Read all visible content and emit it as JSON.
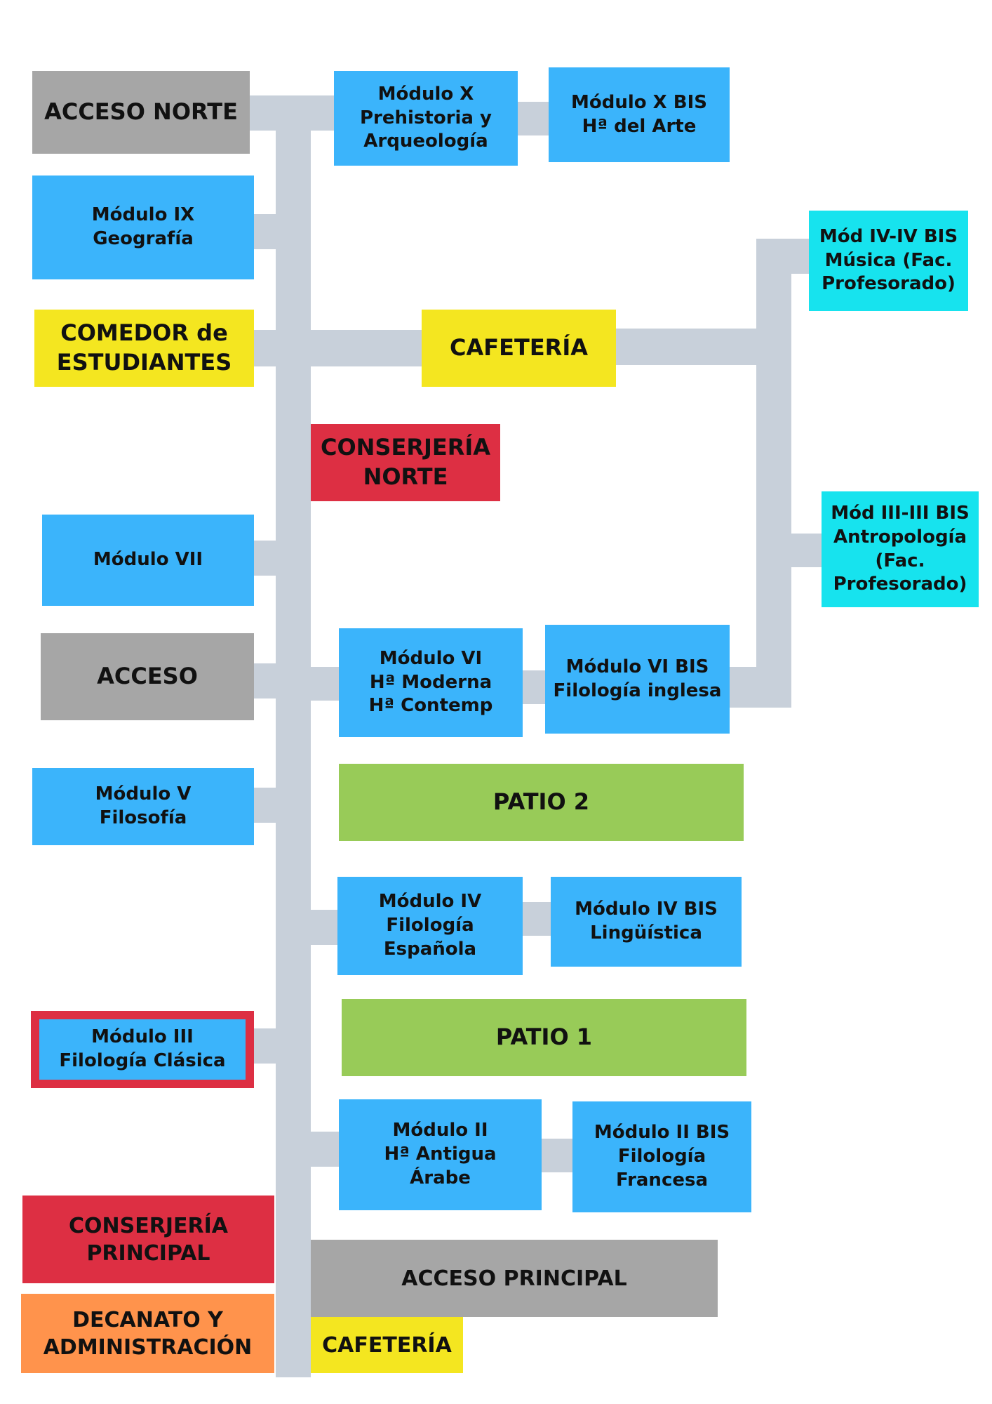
{
  "map": {
    "acceso_norte": "ACCESO NORTE",
    "modulo_x": "Módulo X\nPrehistoria y\nArqueología",
    "modulo_x_bis": "Módulo X BIS\nHª del Arte",
    "modulo_ix": "Módulo IX\nGeografía",
    "mod_iv_iv_bis": "Mód IV-IV BIS\nMúsica (Fac.\nProfesorado)",
    "comedor": "COMEDOR de\nESTUDIANTES",
    "cafeteria_norte": "CAFETERÍA",
    "conserjeria_norte": "CONSERJERÍA\nNORTE",
    "mod_iii_iii_bis": "Mód III-III BIS\nAntropología\n(Fac.\nProfesorado)",
    "modulo_vii": "Módulo VII",
    "acceso": "ACCESO",
    "modulo_vi": "Módulo VI\nHª Moderna\nHª Contemp",
    "modulo_vi_bis": "Módulo VI BIS\nFilología inglesa",
    "modulo_v": "Módulo V\nFilosofía",
    "patio_2": "PATIO 2",
    "modulo_iv": "Módulo IV\nFilología Española",
    "modulo_iv_bis": "Módulo IV BIS\nLingüística",
    "modulo_iii": "Módulo III\nFilología Clásica",
    "patio_1": "PATIO 1",
    "modulo_ii": "Módulo II\nHª Antigua\nÁrabe",
    "modulo_ii_bis": "Módulo II BIS\nFilología\nFrancesa",
    "conserjeria_principal": "CONSERJERÍA\nPRINCIPAL",
    "acceso_principal": "ACCESO PRINCIPAL",
    "decanato": "DECANATO Y\nADMINISTRACIÓN",
    "cafeteria_principal": "CAFETERÍA"
  },
  "colors": {
    "module": "#3bb4fb",
    "faculty": "#17e3ee",
    "access": "#a6a6a6",
    "food": "#f4e620",
    "concierge": "#dd2f43",
    "patio": "#98cb58",
    "administration": "#ff934c",
    "corridor": "#c8d0da"
  }
}
